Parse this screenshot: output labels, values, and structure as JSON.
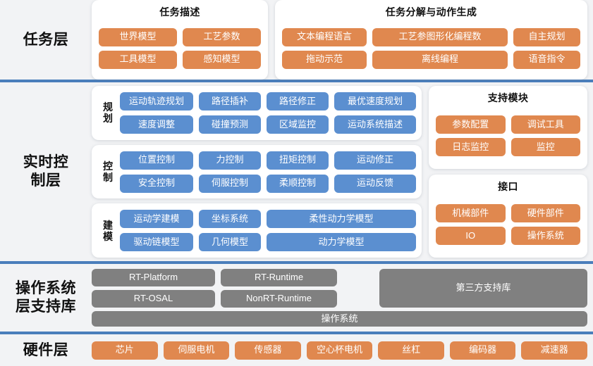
{
  "colors": {
    "orange": "#e0884f",
    "blue": "#5b8fd0",
    "gray": "#808080",
    "divider": "#4a7ebb",
    "band_bg": "#f2f3f5",
    "card_bg": "#ffffff"
  },
  "layers": {
    "task": {
      "label": "任务层",
      "cards": [
        {
          "title": "任务描述",
          "rows": [
            [
              "世界模型",
              "工艺参数"
            ],
            [
              "工具模型",
              "感知模型"
            ]
          ]
        },
        {
          "title": "任务分解与动作生成",
          "rows": [
            [
              "文本编程语言",
              "工艺参图形化编程数",
              "自主规划"
            ],
            [
              "拖动示范",
              "离线编程",
              "语音指令"
            ]
          ]
        }
      ]
    },
    "realtime": {
      "label": "实时控\n制层",
      "groups": [
        {
          "name": "规\n划",
          "rows": [
            [
              "运动轨迹规划",
              "路径插补",
              "路径修正",
              "最优速度规划"
            ],
            [
              "速度调整",
              "碰撞预测",
              "区域监控",
              "运动系统描述"
            ]
          ]
        },
        {
          "name": "控\n制",
          "rows": [
            [
              "位置控制",
              "力控制",
              "扭矩控制",
              "运动修正"
            ],
            [
              "安全控制",
              "伺服控制",
              "柔顺控制",
              "运动反馈"
            ]
          ]
        },
        {
          "name": "建\n模",
          "rows": [
            [
              "运动学建模",
              "坐标系统",
              "柔性动力学模型"
            ],
            [
              "驱动链模型",
              "几何模型",
              "动力学模型"
            ]
          ]
        }
      ],
      "side_cards": [
        {
          "title": "支持模块",
          "rows": [
            [
              "参数配置",
              "调试工具"
            ],
            [
              "日志监控",
              "监控"
            ]
          ]
        },
        {
          "title": "接口",
          "rows": [
            [
              "机械部件",
              "硬件部件"
            ],
            [
              "IO",
              "操作系统"
            ]
          ]
        }
      ]
    },
    "os": {
      "label": "操作系统\n层支持库",
      "col1": [
        "RT-Platform",
        "RT-OSAL"
      ],
      "col2": [
        "RT-Runtime",
        "NonRT-Runtime"
      ],
      "col3": [
        "第三方支持库"
      ],
      "full": "操作系统"
    },
    "hardware": {
      "label": "硬件层",
      "items": [
        "芯片",
        "伺服电机",
        "传感器",
        "空心杯电机",
        "丝杠",
        "编码器",
        "减速器"
      ]
    }
  }
}
